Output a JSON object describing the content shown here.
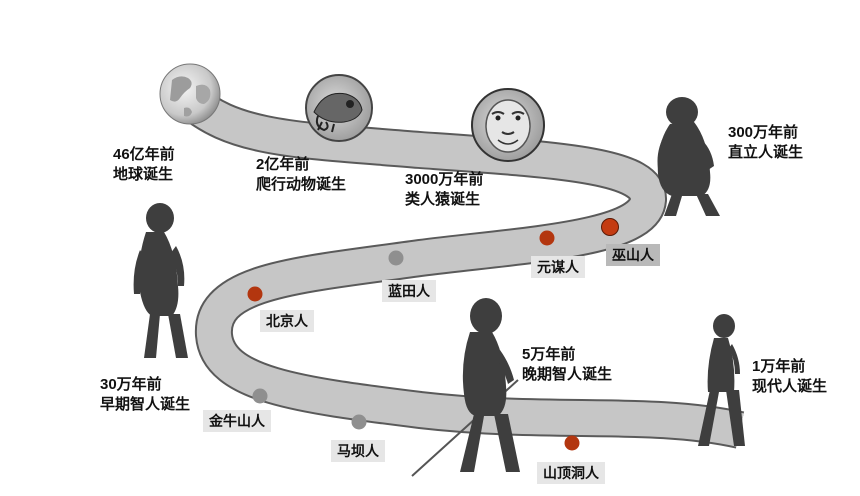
{
  "milestones": [
    {
      "id": "earth",
      "line1": "46亿年前",
      "line2": "地球诞生",
      "icon": "globe-icon"
    },
    {
      "id": "reptile",
      "line1": "2亿年前",
      "line2": "爬行动物诞生",
      "icon": "chameleon-icon"
    },
    {
      "id": "ape",
      "line1": "3000万年前",
      "line2": "类人猿诞生",
      "icon": "ape-face-icon"
    },
    {
      "id": "erectus",
      "line1": "300万年前",
      "line2": "直立人诞生",
      "icon": "hominid-figure-icon"
    },
    {
      "id": "early-sapiens",
      "line1": "30万年前",
      "line2": "早期智人诞生",
      "icon": "early-human-figure-icon"
    },
    {
      "id": "late-sapiens",
      "line1": "5万年前",
      "line2": "晚期智人诞生",
      "icon": "spear-human-figure-icon"
    },
    {
      "id": "modern",
      "line1": "1万年前",
      "line2": "现代人诞生",
      "icon": "modern-human-figure-icon"
    }
  ],
  "sites": [
    {
      "id": "wushan",
      "name": "巫山人",
      "dot_color": "#c43c12"
    },
    {
      "id": "yuanmou",
      "name": "元谋人",
      "dot_color": "#b3360f"
    },
    {
      "id": "lantian",
      "name": "蓝田人",
      "dot_color": "#8f8f8f"
    },
    {
      "id": "beijing",
      "name": "北京人",
      "dot_color": "#b3360f"
    },
    {
      "id": "jinniushan",
      "name": "金牛山人",
      "dot_color": "#8f8f8f"
    },
    {
      "id": "maba",
      "name": "马坝人",
      "dot_color": "#8f8f8f"
    },
    {
      "id": "shandingdong",
      "name": "山顶洞人",
      "dot_color": "#b3360f"
    }
  ],
  "colors": {
    "road": "#c6c6c6",
    "road_edge": "#5a5a5a",
    "figure": "#3e3e3e"
  }
}
